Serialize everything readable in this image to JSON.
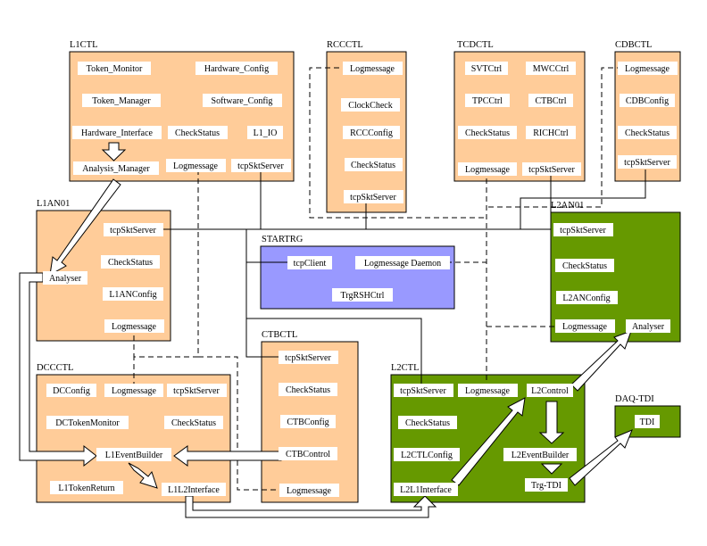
{
  "colors": {
    "orange": "#ffcc99",
    "blue": "#9999ff",
    "green": "#669900"
  },
  "boxes": {
    "l1ctl": {
      "title": "L1CTL",
      "items": [
        "Token_Monitor",
        "Token_Manager",
        "Hardware_Interface",
        "Analysis_Manager",
        "Hardware_Config",
        "Software_Config",
        "CheckStatus",
        "L1_IO",
        "Logmessage",
        "tcpSktServer"
      ]
    },
    "rccctl": {
      "title": "RCCCTL",
      "items": [
        "Logmessage",
        "ClockCheck",
        "RCCConfig",
        "CheckStatus",
        "tcpSktServer"
      ]
    },
    "tcdctl": {
      "title": "TCDCTL",
      "items": [
        "SVTCtrl",
        "MWCCtrl",
        "TPCCtrl",
        "CTBCtrl",
        "CheckStatus",
        "RICHCtrl",
        "Logmessage",
        "tcpSktServer"
      ]
    },
    "cdbctl": {
      "title": "CDBCTL",
      "items": [
        "Logmessage",
        "CDBConfig",
        "CheckStatus",
        "tcpSktServer"
      ]
    },
    "l1an01": {
      "title": "L1AN01",
      "items": [
        "tcpSktServer",
        "CheckStatus",
        "Analyser",
        "L1ANConfig",
        "Logmessage"
      ]
    },
    "startrg": {
      "title": "STARTRG",
      "items": [
        "tcpClient",
        "Logmessage Daemon",
        "TrgRSHCtrl"
      ]
    },
    "l2an01": {
      "title": "L2AN01",
      "items": [
        "tcpSktServer",
        "CheckStatus",
        "L2ANConfig",
        "Logmessage",
        "Analyser"
      ]
    },
    "dccctl": {
      "title": "DCCCTL",
      "items": [
        "DCConfig",
        "Logmessage",
        "tcpSktServer",
        "DCTokenMonitor",
        "CheckStatus",
        "L1EventBuilder",
        "L1TokenReturn",
        "L1L2Interface"
      ]
    },
    "ctbctl": {
      "title": "CTBCTL",
      "items": [
        "tcpSktServer",
        "CheckStatus",
        "CTBConfig",
        "CTBControl",
        "Logmessage"
      ]
    },
    "l2ctl": {
      "title": "L2CTL",
      "items": [
        "tcpSktServer",
        "Logmessage",
        "L2Control",
        "CheckStatus",
        "L2CTLConfig",
        "L2EventBuilder",
        "L2L1Interface",
        "Trg-TDI"
      ]
    },
    "daqtdi": {
      "title": "DAQ-TDI",
      "items": [
        "TDI"
      ]
    }
  }
}
